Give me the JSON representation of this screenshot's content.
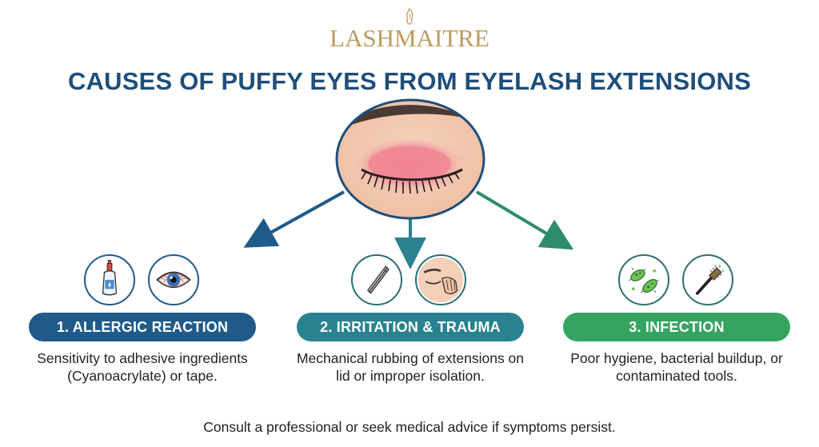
{
  "brand": {
    "name": "LASHMAITRE"
  },
  "title": "CAUSES OF PUFFY EYES FROM EYELASH EXTENSIONS",
  "causes": [
    {
      "label": "1. ALLERGIC REACTION",
      "description": "Sensitivity to adhesive ingredients (Cyanoacrylate) or tape.",
      "icons": [
        "adhesive-bottle-icon",
        "red-eye-icon"
      ]
    },
    {
      "label": "2. IRRITATION & TRAUMA",
      "description": "Mechanical rubbing of extensions on lid or improper isolation.",
      "icons": [
        "tweezers-icon",
        "eye-rubbing-icon"
      ]
    },
    {
      "label": "3. INFECTION",
      "description": "Poor hygiene, bacterial buildup, or contaminated tools.",
      "icons": [
        "bacteria-icon",
        "dirty-brush-icon"
      ]
    }
  ],
  "footer": "Consult a professional or seek medical advice if symptoms persist.",
  "colors": {
    "brand_gold": "#bf9a5e",
    "title_blue": "#1f4e7a",
    "allergic": "#1f5a8a",
    "irritation": "#2a8290",
    "infection": "#35a460",
    "arrow_left": "#1f5a8a",
    "arrow_mid": "#2a8290",
    "arrow_right": "#2f8c6a"
  }
}
